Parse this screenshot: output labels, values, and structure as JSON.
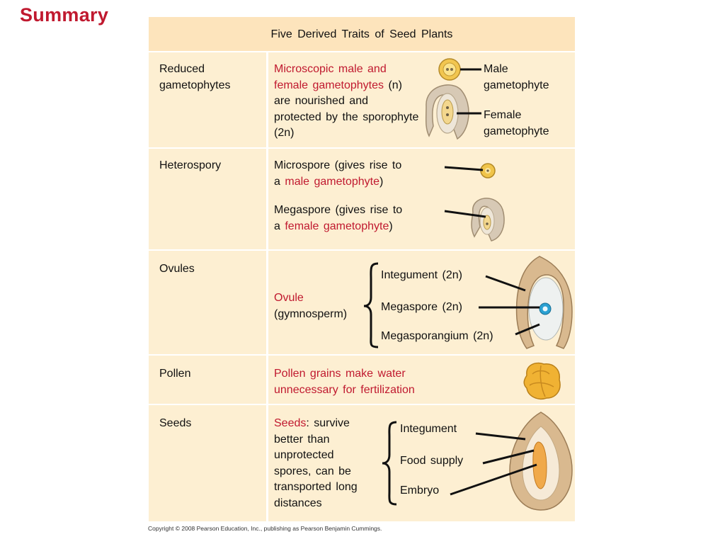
{
  "title": "Summary",
  "table": {
    "header": "Five Derived Traits of Seed Plants",
    "rows": [
      {
        "trait": "Reduced gametophytes",
        "text_red": "Microscopic male and female gametophytes",
        "text_plain": "(n) are nourished and protected by the sporophyte (2n)",
        "labels": [
          "Male gametophyte",
          "Female gametophyte"
        ]
      },
      {
        "trait": "Heterospory",
        "microspore_a": "Microspore (gives rise to",
        "microspore_b_prefix": "a",
        "microspore_b_red": "male gametophyte",
        "microspore_b_suffix": ")",
        "megaspore_a": "Megaspore (gives rise to",
        "megaspore_b_prefix": "a",
        "megaspore_b_red": "female gametophyte",
        "megaspore_b_suffix": ")"
      },
      {
        "trait": "Ovules",
        "text_red": "Ovule",
        "text_plain": "(gymnosperm)",
        "labels": [
          "Integument (2n)",
          "Megaspore (2n)",
          "Megasporangium (2n)"
        ]
      },
      {
        "trait": "Pollen",
        "text_red": "Pollen grains make water unnecessary for fertilization"
      },
      {
        "trait": "Seeds",
        "text_red": "Seeds",
        "text_plain": ": survive better than unprotected spores, can be transported long distances",
        "labels": [
          "Integument",
          "Food supply",
          "Embryo"
        ]
      }
    ]
  },
  "copyright": "Copyright © 2008 Pearson Education, Inc., publishing as Pearson Benjamin Cummings.",
  "colors": {
    "title_red": "#c0192f",
    "header_bg": "#fde4bc",
    "row_bg": "#fdefd2",
    "pollen_gold": "#f0b233",
    "ovule_tan": "#d9b98f"
  }
}
